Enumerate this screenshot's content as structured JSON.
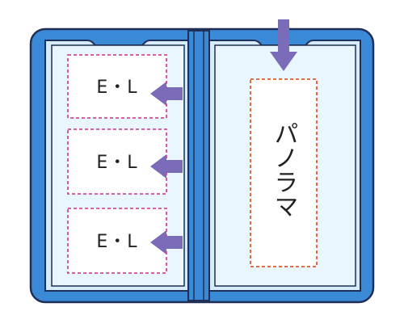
{
  "left_page": {
    "slots": [
      {
        "label": "E・L"
      },
      {
        "label": "E・L"
      },
      {
        "label": "E・L"
      }
    ]
  },
  "right_page": {
    "slot": {
      "label": "パノラマ"
    }
  },
  "colors": {
    "cover": "#3a8ad8",
    "cover_outline": "#1f2f57",
    "page": "#d6ecfa",
    "inner_sleeve": "#eaf6fd",
    "slot_fill": "#ffffff",
    "left_slot_border": "#d24a9a",
    "right_slot_border": "#e05a2a",
    "arrow": "#7a6cb8"
  }
}
